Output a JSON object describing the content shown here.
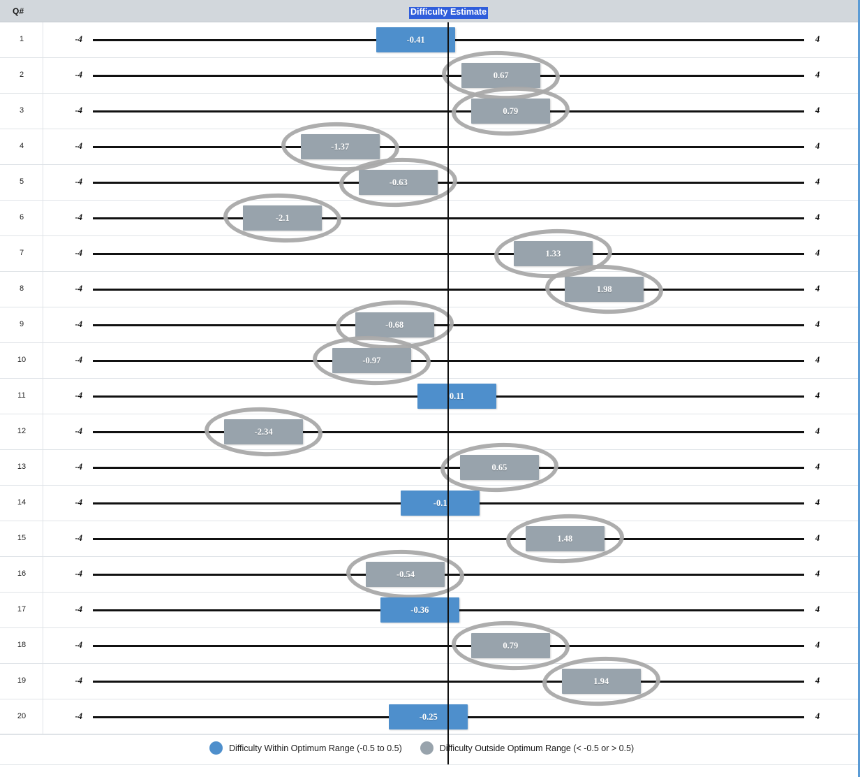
{
  "header": {
    "qnum_label": "Q#",
    "chart_title": "Difficulty Estimate",
    "title_selected": true
  },
  "axis": {
    "min_label": "-4",
    "max_label": "4",
    "min_value": -4,
    "max_value": 4,
    "center_value": 0
  },
  "colors": {
    "within_range": "#4e8fcc",
    "outside_range": "#98a3ac",
    "axis_line": "#111111",
    "header_band": "#d2d7dc",
    "title_highlight": "#2f5ddb",
    "annotation_ring": "#a9a9a9",
    "frame_edge": "#5b9bd5"
  },
  "legend": {
    "items": [
      {
        "marker": "circle",
        "color": "#4e8fcc",
        "label": "Difficulty Within Optimum Range (-0.5 to 0.5)"
      },
      {
        "marker": "circle",
        "color": "#98a3ac",
        "label": "Difficulty Outside Optimum Range (< -0.5 or > 0.5)"
      }
    ]
  },
  "chart_data": {
    "type": "bar",
    "orientation": "horizontal-diverging",
    "title": "Difficulty Estimate",
    "xlabel": "Difficulty Estimate",
    "ylabel": "Q#",
    "xlim": [
      -4,
      4
    ],
    "grid": true,
    "legend_position": "bottom",
    "optimum_range": [
      -0.5,
      0.5
    ],
    "categories": [
      "1",
      "2",
      "3",
      "4",
      "5",
      "6",
      "7",
      "8",
      "9",
      "10",
      "11",
      "12",
      "13",
      "14",
      "15",
      "16",
      "17",
      "18",
      "19",
      "20"
    ],
    "values": [
      -0.41,
      0.67,
      0.79,
      -1.37,
      -0.63,
      -2.1,
      1.33,
      1.98,
      -0.68,
      -0.97,
      0.11,
      -2.34,
      0.65,
      -0.1,
      1.48,
      -0.54,
      -0.36,
      0.79,
      1.94,
      -0.25
    ],
    "rows": [
      {
        "q": "1",
        "value": -0.41,
        "label": "-0.41",
        "within": true,
        "annotated": false
      },
      {
        "q": "2",
        "value": 0.67,
        "label": "0.67",
        "within": false,
        "annotated": true
      },
      {
        "q": "3",
        "value": 0.79,
        "label": "0.79",
        "within": false,
        "annotated": true
      },
      {
        "q": "4",
        "value": -1.37,
        "label": "-1.37",
        "within": false,
        "annotated": true
      },
      {
        "q": "5",
        "value": -0.63,
        "label": "-0.63",
        "within": false,
        "annotated": true
      },
      {
        "q": "6",
        "value": -2.1,
        "label": "-2.1",
        "within": false,
        "annotated": true
      },
      {
        "q": "7",
        "value": 1.33,
        "label": "1.33",
        "within": false,
        "annotated": true
      },
      {
        "q": "8",
        "value": 1.98,
        "label": "1.98",
        "within": false,
        "annotated": true
      },
      {
        "q": "9",
        "value": -0.68,
        "label": "-0.68",
        "within": false,
        "annotated": true
      },
      {
        "q": "10",
        "value": -0.97,
        "label": "-0.97",
        "within": false,
        "annotated": true
      },
      {
        "q": "11",
        "value": 0.11,
        "label": "0.11",
        "within": true,
        "annotated": false
      },
      {
        "q": "12",
        "value": -2.34,
        "label": "-2.34",
        "within": false,
        "annotated": true
      },
      {
        "q": "13",
        "value": 0.65,
        "label": "0.65",
        "within": false,
        "annotated": true
      },
      {
        "q": "14",
        "value": -0.1,
        "label": "-0.1",
        "within": true,
        "annotated": false
      },
      {
        "q": "15",
        "value": 1.48,
        "label": "1.48",
        "within": false,
        "annotated": true
      },
      {
        "q": "16",
        "value": -0.54,
        "label": "-0.54",
        "within": false,
        "annotated": true
      },
      {
        "q": "17",
        "value": -0.36,
        "label": "-0.36",
        "within": true,
        "annotated": false
      },
      {
        "q": "18",
        "value": 0.79,
        "label": "0.79",
        "within": false,
        "annotated": true
      },
      {
        "q": "19",
        "value": 1.94,
        "label": "1.94",
        "within": false,
        "annotated": true
      },
      {
        "q": "20",
        "value": -0.25,
        "label": "-0.25",
        "within": true,
        "annotated": false
      }
    ]
  }
}
